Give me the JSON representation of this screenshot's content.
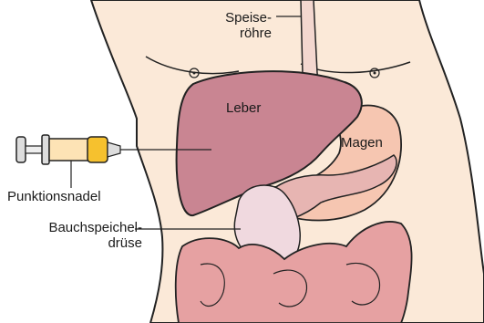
{
  "labels": {
    "esophagus_line1": "Speise-",
    "esophagus_line2": "röhre",
    "liver": "Leber",
    "stomach": "Magen",
    "needle": "Punktionsnadel",
    "pancreas_line1": "Bauchspeichel-",
    "pancreas_line2": "drüse"
  },
  "colors": {
    "skin": "#fbe9d8",
    "liver": "#c98592",
    "stomach": "#f6c6b1",
    "pancreas": "#e7b5b2",
    "colon": "#e6a1a2",
    "duodenum": "#f0d9df",
    "outline": "#222222"
  }
}
